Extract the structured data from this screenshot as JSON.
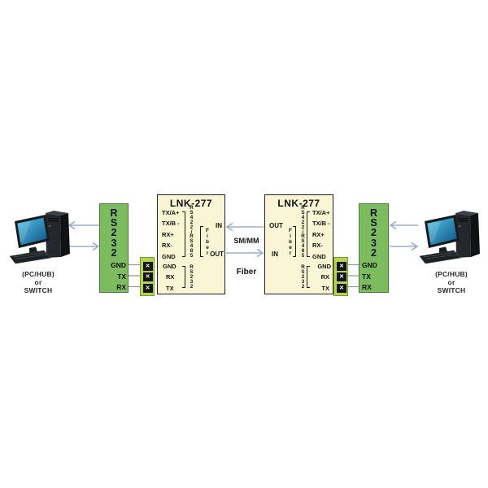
{
  "colors": {
    "converter_fill": "#FAF6D5",
    "serial_box_fill": "#7CBC5E",
    "terminal_block_fill": "#B6D44F",
    "arrow": "#9BAFC9",
    "screen_blue": "#2F9FD0"
  },
  "left_pc": {
    "label_lines": [
      "(PC/HUB)",
      "or",
      "SWITCH"
    ]
  },
  "left_serial_box": {
    "vertical_label": "RS232",
    "pins": [
      "GND",
      "TX",
      "RX"
    ]
  },
  "left_terminal_block": {
    "symbol": "✕"
  },
  "left_converter": {
    "title": "LNK-277",
    "rs485_pins": [
      "TX/A+",
      "TX/B -",
      "RX+",
      "RX-",
      "GND"
    ],
    "rs485_vertical": "RS422/RS485",
    "fiber_vertical": "Fiber",
    "fiber_in": "IN",
    "fiber_out": "OUT",
    "rs232_pins": [
      "GND",
      "RX",
      "TX"
    ],
    "rs232_vertical": "RS232"
  },
  "fiber_link": {
    "top_label": "SM/MM",
    "bottom_label": "Fiber"
  },
  "right_converter": {
    "title": "LNK-277",
    "rs485_pins": [
      "TX/A+",
      "TX/B -",
      "RX+",
      "RX-",
      "GND"
    ],
    "rs485_vertical": "RS422/RS485",
    "fiber_vertical": "Fiber",
    "fiber_in": "IN",
    "fiber_out": "OUT",
    "rs232_pins": [
      "GND",
      "RX",
      "TX"
    ],
    "rs232_vertical": "RS232"
  },
  "right_terminal_block": {
    "symbol": "✕"
  },
  "right_serial_box": {
    "vertical_label": "RS232",
    "pins": [
      "GND",
      "TX",
      "RX"
    ]
  },
  "right_pc": {
    "label_lines": [
      "(PC/HUB)",
      "or",
      "SWITCH"
    ]
  }
}
